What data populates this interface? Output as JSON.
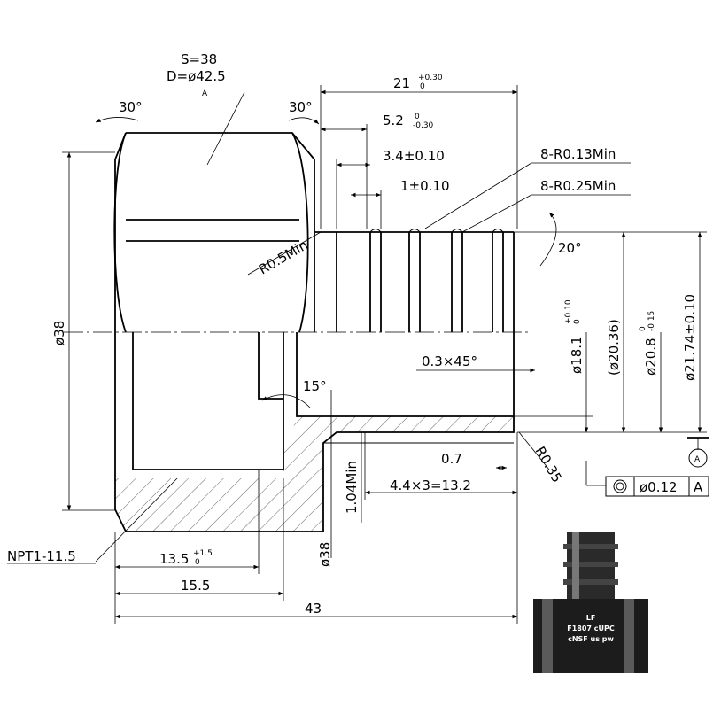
{
  "labels": {
    "s": "S=38",
    "d": "D=ø42.5",
    "flat_tag": "A",
    "angle_left": "30°",
    "angle_right": "30°",
    "overall_barb_len": "21",
    "overall_barb_tol": "+0.30",
    "overall_barb_tol2": "0",
    "d52": "5.2",
    "d52_tol_top": "0",
    "d52_tol_bot": "-0.30",
    "d34": "3.4±0.10",
    "d1": "1±0.10",
    "r013": "8-R0.13Min",
    "r025": "8-R0.25Min",
    "r05": "R0.5Min",
    "angle20": "20°",
    "od38": "ø38",
    "d181": "ø18.1",
    "d181_tol_top": "+0.10",
    "d181_tol_bot": "0",
    "d2036": "(ø20.36)",
    "d208": "ø20.8",
    "d208_tol_top": "0",
    "d208_tol_bot": "-0.15",
    "d2174": "ø21.74±0.10",
    "chamfer": "0.3×45°",
    "angle15": "15°",
    "r035": "R0.35",
    "d07": "0.7",
    "d104": "1.04Min",
    "d44": "4.4×3=13.2",
    "datum": "A",
    "tol_value": "ø0.12",
    "tol_datum": "A",
    "npt": "NPT1-11.5",
    "d135": "13.5",
    "d135_tol_top": "+1.5",
    "d135_tol_bot": "0",
    "d38b": "ø38",
    "d155": "15.5",
    "d43": "43"
  },
  "photo": {
    "line1": "LF",
    "line2": "F1807 cUPC",
    "line3": "cNSF us pw"
  },
  "colors": {
    "ink": "#000000",
    "photo_body": "#1c1c1c",
    "photo_highlight": "#8a8a8a"
  }
}
